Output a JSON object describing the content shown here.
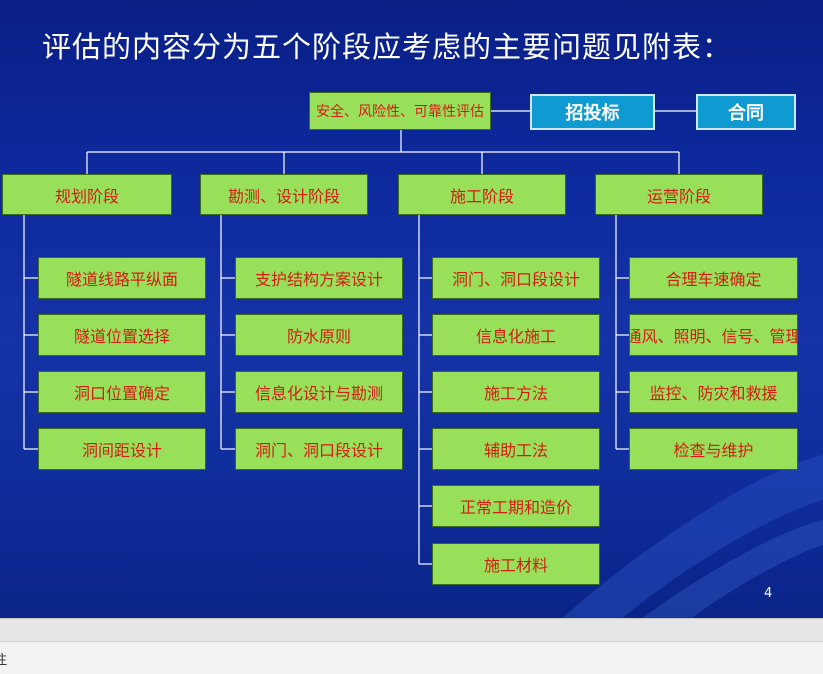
{
  "title": "评估的内容分为五个阶段应考虑的主要问题见附表：",
  "root": "安全、风险性、可靠性评估",
  "side_boxes": [
    "招投标",
    "合同"
  ],
  "stages": [
    {
      "label": "规划阶段",
      "items": [
        "隧道线路平纵面",
        "隧道位置选择",
        "洞口位置确定",
        "洞间距设计"
      ]
    },
    {
      "label": "勘测、设计阶段",
      "items": [
        "支护结构方案设计",
        "防水原则",
        "信息化设计与勘测",
        "洞门、洞口段设计"
      ]
    },
    {
      "label": "施工阶段",
      "items": [
        "洞门、洞口段设计",
        "信息化施工",
        "施工方法",
        "辅助工法",
        "正常工期和造价",
        "施工材料"
      ]
    },
    {
      "label": "运营阶段",
      "items": [
        "合理车速确定",
        "通风、照明、信号、管理",
        "监控、防灾和救援",
        "检查与维护"
      ]
    }
  ],
  "page_number": "4",
  "notes_label": "注",
  "colors": {
    "background": "#0d2a9e",
    "box_fill": "#99e05a",
    "box_text": "#d21d14",
    "blue_box_fill": "#0f9ad1",
    "connector": "#ffffff"
  }
}
